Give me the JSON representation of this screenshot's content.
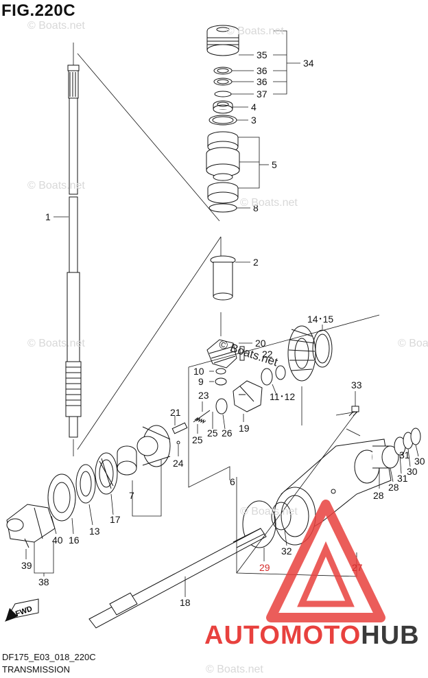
{
  "figure": {
    "title": "FIG.220C",
    "code": "DF175_E03_018_220C",
    "name": "TRANSMISSION"
  },
  "watermark": {
    "text": "© Boats.net",
    "logo_part1": "AUTOMOTO",
    "logo_part2": "HUB",
    "color_red": "#e8413e",
    "color_dark": "#3a3a3a"
  },
  "orientation": {
    "label": "FWD"
  },
  "callouts": [
    {
      "id": "c35",
      "text": "35"
    },
    {
      "id": "c34",
      "text": "34"
    },
    {
      "id": "c36a",
      "text": "36"
    },
    {
      "id": "c36b",
      "text": "36"
    },
    {
      "id": "c37",
      "text": "37"
    },
    {
      "id": "c4",
      "text": "4"
    },
    {
      "id": "c3",
      "text": "3"
    },
    {
      "id": "c5",
      "text": "5"
    },
    {
      "id": "c8",
      "text": "8"
    },
    {
      "id": "c1",
      "text": "1"
    },
    {
      "id": "c2",
      "text": "2"
    },
    {
      "id": "c1415",
      "text": "14･15"
    },
    {
      "id": "c20",
      "text": "20"
    },
    {
      "id": "c22",
      "text": "22"
    },
    {
      "id": "c10",
      "text": "10"
    },
    {
      "id": "c9",
      "text": "9"
    },
    {
      "id": "c1112",
      "text": "11･12"
    },
    {
      "id": "c23",
      "text": "23"
    },
    {
      "id": "c33",
      "text": "33"
    },
    {
      "id": "c19",
      "text": "19"
    },
    {
      "id": "c21",
      "text": "21"
    },
    {
      "id": "c25",
      "text": "25"
    },
    {
      "id": "c26",
      "text": "26"
    },
    {
      "id": "c25b",
      "text": "25"
    },
    {
      "id": "c24",
      "text": "24"
    },
    {
      "id": "c6",
      "text": "6"
    },
    {
      "id": "c30a",
      "text": "30"
    },
    {
      "id": "c30b",
      "text": "30"
    },
    {
      "id": "c31a",
      "text": "31"
    },
    {
      "id": "c31b",
      "text": "31"
    },
    {
      "id": "c28a",
      "text": "28"
    },
    {
      "id": "c28b",
      "text": "28"
    },
    {
      "id": "c7",
      "text": "7"
    },
    {
      "id": "c17",
      "text": "17"
    },
    {
      "id": "c13",
      "text": "13"
    },
    {
      "id": "c16",
      "text": "16"
    },
    {
      "id": "c40",
      "text": "40"
    },
    {
      "id": "c39",
      "text": "39"
    },
    {
      "id": "c38",
      "text": "38"
    },
    {
      "id": "c32",
      "text": "32"
    },
    {
      "id": "c29",
      "text": "29"
    },
    {
      "id": "c27",
      "text": "27"
    },
    {
      "id": "c18",
      "text": "18"
    }
  ]
}
